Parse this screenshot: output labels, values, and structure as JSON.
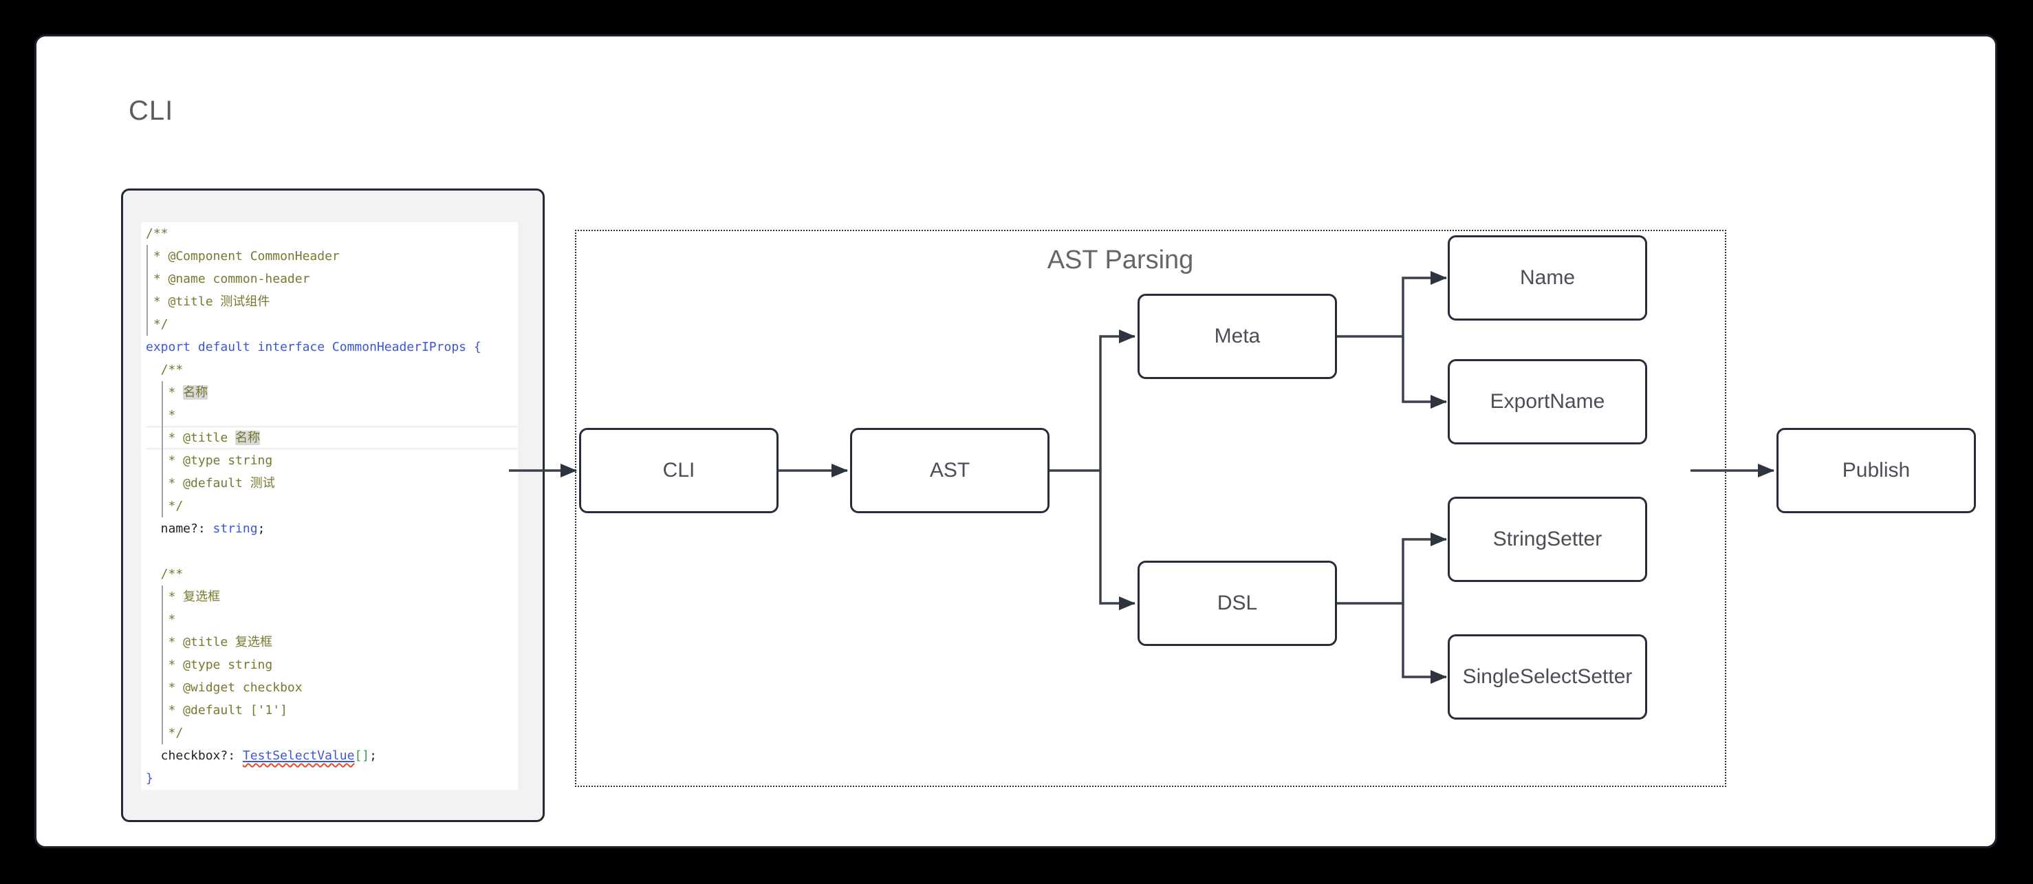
{
  "page": {
    "title": "CLI"
  },
  "colors": {
    "background": "#000000",
    "card_background": "#ffffff",
    "card_border": "#1b222e",
    "code_panel_background": "#f2f2f2",
    "comment_olive": "#78772f",
    "keyword_blue": "#3d55d8",
    "plain_text": "#1f1f1f",
    "bracket_green": "#3a9a3e",
    "error_squiggle_red": "#e5493a",
    "word_highlight_gray": "#d8d8d8",
    "node_border": "#262e3b",
    "connector": "#3a414d",
    "diagram_title_gray": "#666666"
  },
  "code_panel": {
    "lines": [
      {
        "segments": [
          {
            "t": "/**",
            "k": "comment"
          }
        ]
      },
      {
        "segments": [
          {
            "t": " * @Component CommonHeader",
            "k": "comment"
          }
        ]
      },
      {
        "segments": [
          {
            "t": " * @name common-header",
            "k": "comment"
          }
        ]
      },
      {
        "segments": [
          {
            "t": " * @title 测试组件",
            "k": "comment"
          }
        ]
      },
      {
        "segments": [
          {
            "t": " */",
            "k": "comment"
          }
        ]
      },
      {
        "segments": [
          {
            "t": "export default interface CommonHeaderIProps {",
            "k": "keyword"
          }
        ]
      },
      {
        "segments": [
          {
            "t": "  /**",
            "k": "comment"
          }
        ]
      },
      {
        "segments": [
          {
            "t": "   * ",
            "k": "comment"
          },
          {
            "t": "名称",
            "k": "comment_hl"
          }
        ]
      },
      {
        "segments": [
          {
            "t": "   *",
            "k": "comment"
          }
        ]
      },
      {
        "current": true,
        "segments": [
          {
            "t": "   * @title ",
            "k": "comment"
          },
          {
            "t": "名称",
            "k": "comment_hl"
          }
        ]
      },
      {
        "segments": [
          {
            "t": "   * @type string",
            "k": "comment"
          }
        ]
      },
      {
        "segments": [
          {
            "t": "   * @default 测试",
            "k": "comment"
          }
        ]
      },
      {
        "segments": [
          {
            "t": "   */",
            "k": "comment"
          }
        ]
      },
      {
        "segments": [
          {
            "t": "  name?: ",
            "k": "plain"
          },
          {
            "t": "string",
            "k": "keyword"
          },
          {
            "t": ";",
            "k": "plain"
          }
        ]
      },
      {
        "segments": []
      },
      {
        "segments": [
          {
            "t": "  /**",
            "k": "comment"
          }
        ]
      },
      {
        "segments": [
          {
            "t": "   * 复选框",
            "k": "comment"
          }
        ]
      },
      {
        "segments": [
          {
            "t": "   *",
            "k": "comment"
          }
        ]
      },
      {
        "segments": [
          {
            "t": "   * @title 复选框",
            "k": "comment"
          }
        ]
      },
      {
        "segments": [
          {
            "t": "   * @type string",
            "k": "comment"
          }
        ]
      },
      {
        "segments": [
          {
            "t": "   * @widget checkbox",
            "k": "comment"
          }
        ]
      },
      {
        "segments": [
          {
            "t": "   * @default ['1']",
            "k": "comment"
          }
        ]
      },
      {
        "segments": [
          {
            "t": "   */",
            "k": "comment"
          }
        ]
      },
      {
        "segments": [
          {
            "t": "  checkbox?: ",
            "k": "plain"
          },
          {
            "t": "TestSelectValue",
            "k": "typelink"
          },
          {
            "t": "[]",
            "k": "bracket"
          },
          {
            "t": ";",
            "k": "plain"
          }
        ]
      },
      {
        "segments": [
          {
            "t": "}",
            "k": "keyword"
          }
        ]
      }
    ]
  },
  "diagram": {
    "title": "AST Parsing",
    "nodes": [
      {
        "id": "cli",
        "label": "CLI"
      },
      {
        "id": "ast",
        "label": "AST"
      },
      {
        "id": "meta",
        "label": "Meta"
      },
      {
        "id": "dsl",
        "label": "DSL"
      },
      {
        "id": "name",
        "label": "Name"
      },
      {
        "id": "exportname",
        "label": "ExportName"
      },
      {
        "id": "stringsetter",
        "label": "StringSetter"
      },
      {
        "id": "singleselectsetter",
        "label": "SingleSelectSetter"
      },
      {
        "id": "publish",
        "label": "Publish"
      }
    ],
    "edges": [
      {
        "from": "source-code",
        "to": "cli"
      },
      {
        "from": "cli",
        "to": "ast"
      },
      {
        "from": "ast",
        "to": "meta"
      },
      {
        "from": "ast",
        "to": "dsl"
      },
      {
        "from": "meta",
        "to": "name"
      },
      {
        "from": "meta",
        "to": "exportname"
      },
      {
        "from": "dsl",
        "to": "stringsetter"
      },
      {
        "from": "dsl",
        "to": "singleselectsetter"
      },
      {
        "from": "ast-parsing-box",
        "to": "publish"
      }
    ]
  }
}
